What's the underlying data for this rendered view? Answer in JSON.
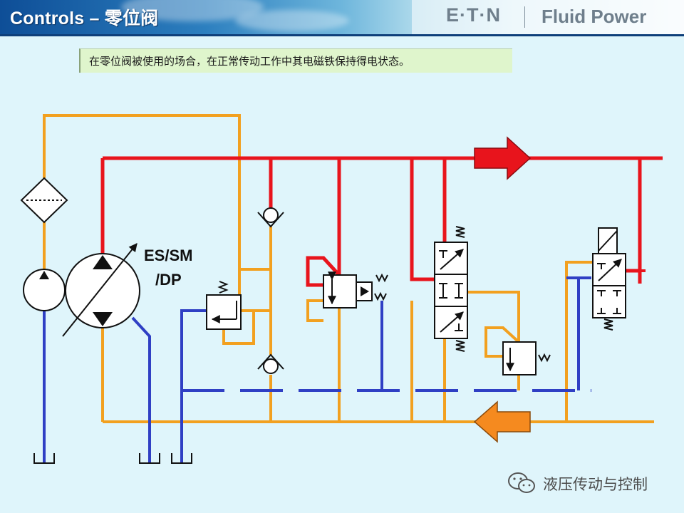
{
  "header": {
    "title": "Controls – 零位阀",
    "brand_name": "E·T·N",
    "brand_tagline": "Fluid Power"
  },
  "note": {
    "text": "在零位阀被使用的场合，在正常传动工作中其电磁铁保持得电状态。"
  },
  "diagram": {
    "pump_label_line1": "ES/SM",
    "pump_label_line2": "/DP",
    "colors": {
      "pressure": "#e8141c",
      "return": "#f2a01f",
      "drain": "#2f3fc4",
      "return_arrow": "#f58a1f",
      "background": "#dff5fb"
    },
    "icons": [
      "filter-icon",
      "boost-pump-icon",
      "main-pump-icon",
      "check-valve-icon",
      "relief-valve-icon",
      "directional-valve-icon",
      "solenoid-valve-icon",
      "flow-arrow-icon"
    ]
  },
  "watermark": {
    "text": "液压传动与控制"
  }
}
